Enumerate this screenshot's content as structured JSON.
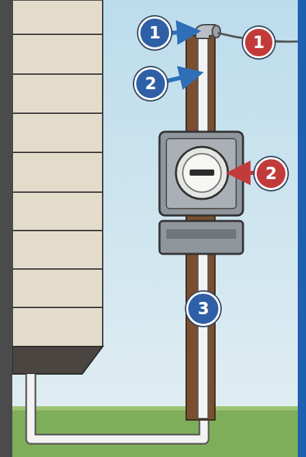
{
  "diagram": {
    "labels": [
      "1",
      "1",
      "2",
      "2",
      "3"
    ]
  }
}
